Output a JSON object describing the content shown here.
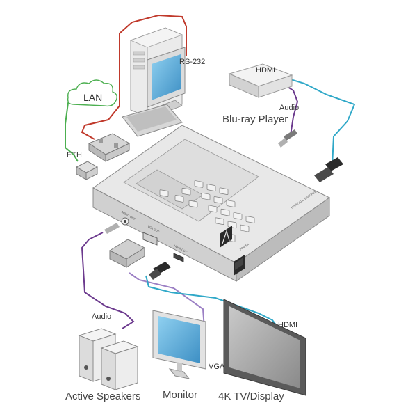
{
  "labels": {
    "rs232": "RS-232",
    "lan": "LAN",
    "eth": "ETH",
    "hdmi_top": "HDMI",
    "audio_top": "Audio",
    "bluray": "Blu-ray Player",
    "audio_bottom": "Audio",
    "hdmi_bottom": "HDMI",
    "vga": "VGA",
    "active_speakers": "Active Speakers",
    "monitor": "Monitor",
    "tv_display": "4K TV/Display"
  },
  "device": {
    "port_audio_out": "AUDIO OUT",
    "port_vga_out": "VGA OUT",
    "port_hdmi_out": "HDMI OUT",
    "port_power": "POWER"
  },
  "colors": {
    "rs232_cable": "#c0392b",
    "lan_cable": "#4caf50",
    "hdmi_cable": "#2fa8c8",
    "audio_cable": "#6c3a8e",
    "vga_cable": "#9b7fc4",
    "device_body": "#e4e4e4",
    "screen": "#5aaedb"
  }
}
